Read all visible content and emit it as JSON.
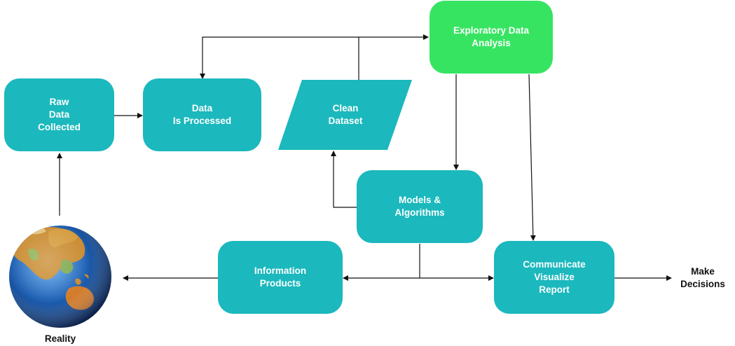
{
  "nodes": {
    "raw_data": "Raw\nData\nCollected",
    "processed": "Data\nIs Processed",
    "clean_dataset": "Clean\nDataset",
    "eda": "Exploratory Data\nAnalysis",
    "models": "Models &\nAlgorithms",
    "info_products": "Information\nProducts",
    "communicate": "Communicate\nVisualize\nReport"
  },
  "labels": {
    "reality": "Reality",
    "decisions": "Make\nDecisions"
  },
  "colors": {
    "teal": "#1bb8bd",
    "green": "#37e462",
    "arrow": "#111111",
    "text": "#ffffff"
  }
}
